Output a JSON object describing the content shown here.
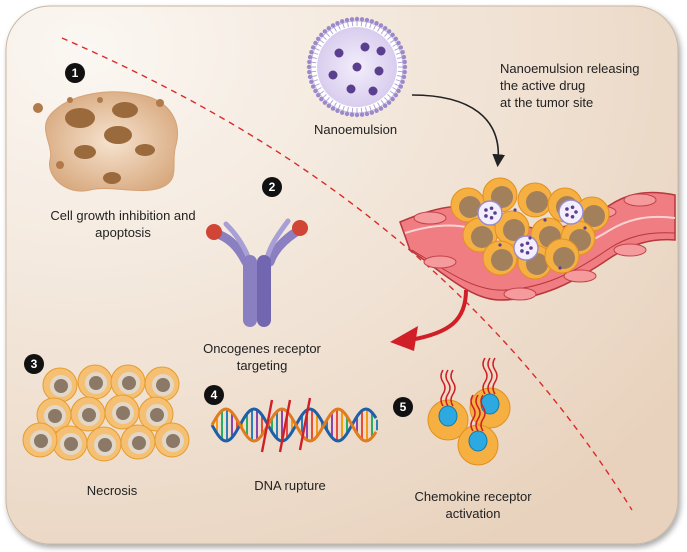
{
  "colors": {
    "panel_light": "#fbf7f2",
    "panel_warm": "#e8d2bd",
    "divider_red": "#d92b2b",
    "nano_purple": "#5b3f8f",
    "vessel_red": "#e05a5e",
    "tumor_orange": "#f6b042",
    "cell_brown": "#a3805c",
    "receptor_purple": "#8a7fc0",
    "receptor_head_red": "#d04535",
    "chemokine_blue": "#2ba9e0"
  },
  "nanoemulsion": {
    "label": "Nanoemulsion",
    "icon": "nanoemulsion-droplet"
  },
  "release_note": "Nanoemulsion releasing\nthe active drug\nat the tumor site",
  "mechanisms": [
    {
      "number": "1",
      "label": "Cell growth inhibition and\napoptosis",
      "icon": "apoptotic-cell"
    },
    {
      "number": "2",
      "label": "Oncogenes receptor\ntargeting",
      "icon": "receptor"
    },
    {
      "number": "3",
      "label": "Necrosis",
      "icon": "necrotic-cell-cluster"
    },
    {
      "number": "4",
      "label": "DNA rupture",
      "icon": "broken-dna-helix"
    },
    {
      "number": "5",
      "label": "Chemokine receptor\nactivation",
      "icon": "chemokine-cells"
    }
  ]
}
